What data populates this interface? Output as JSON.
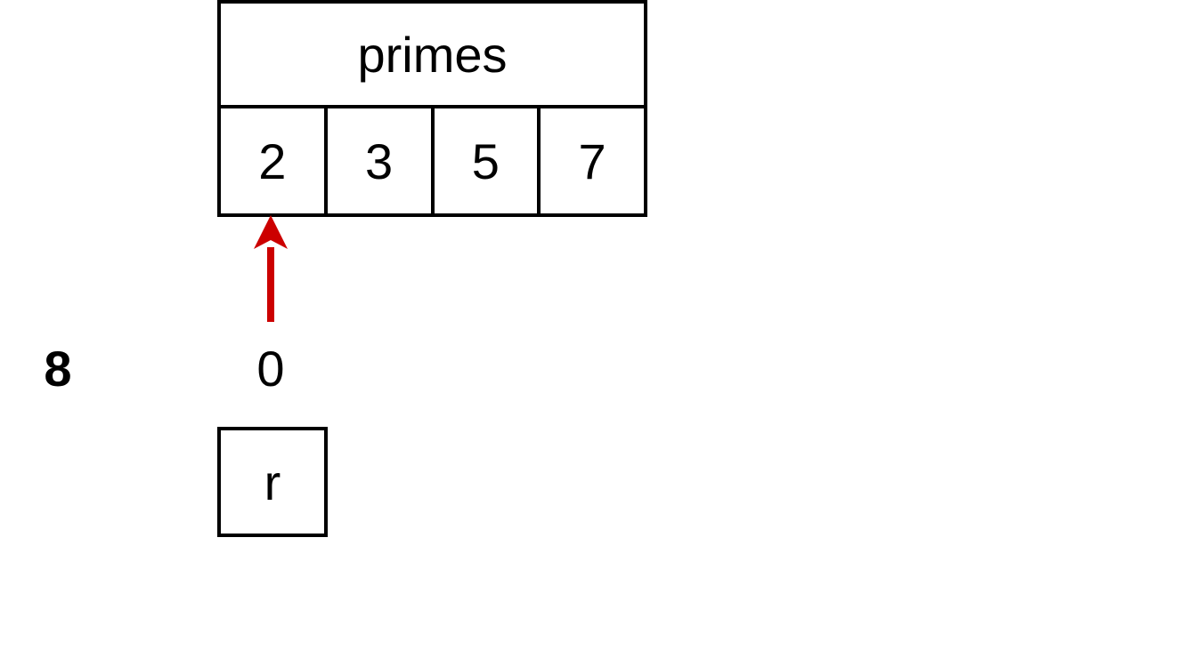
{
  "array": {
    "name": "primes",
    "values": [
      "2",
      "3",
      "5",
      "7"
    ]
  },
  "pointer": {
    "target_index": 0,
    "color": "#cc0000"
  },
  "step_number": "8",
  "index_value": "0",
  "variable": {
    "name": "r"
  }
}
